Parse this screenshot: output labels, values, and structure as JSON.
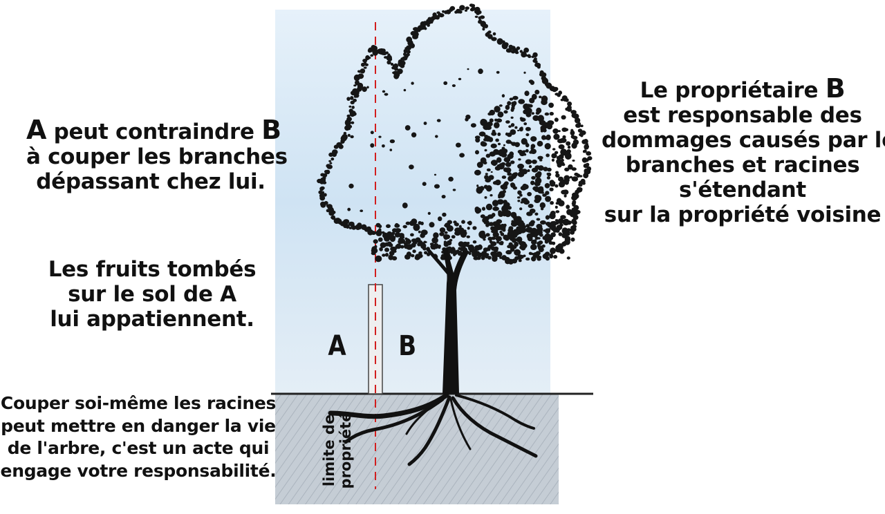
{
  "texts": {
    "left_top": {
      "prefix_letter": "A",
      "line1_rest": " peut contraindre ",
      "suffix_letter": "B",
      "line2": "à couper les branches",
      "line3": "dépassant chez lui."
    },
    "left_middle": {
      "line1": "Les fruits tombés",
      "line2": "sur le sol de A",
      "line3": "lui appatiennent."
    },
    "left_bottom": {
      "line1": "Couper soi-même les racines",
      "line2": "peut mettre en danger la vie",
      "line3": "de l'arbre, c'est un acte qui",
      "line4": "engage votre responsabilité."
    },
    "right": {
      "line1_pre": "Le propriétaire ",
      "line1_letter": "B",
      "line2": "est responsable des",
      "line3": "dommages causés par les",
      "line4": "branches et racines",
      "line5": "s'étendant",
      "line6": "sur la propriété voisine"
    }
  },
  "labels": {
    "a": "A",
    "b": "B",
    "limit_line1": "limite de",
    "limit_line2": "propriété"
  },
  "colors": {
    "sky": "#d4e6f5",
    "soil": "#c4ccd4",
    "foliage": "#161616",
    "trunk": "#111111",
    "boundary_line": "#d21e1e",
    "fence": "#f2f2f2",
    "ground_line": "#222222"
  }
}
